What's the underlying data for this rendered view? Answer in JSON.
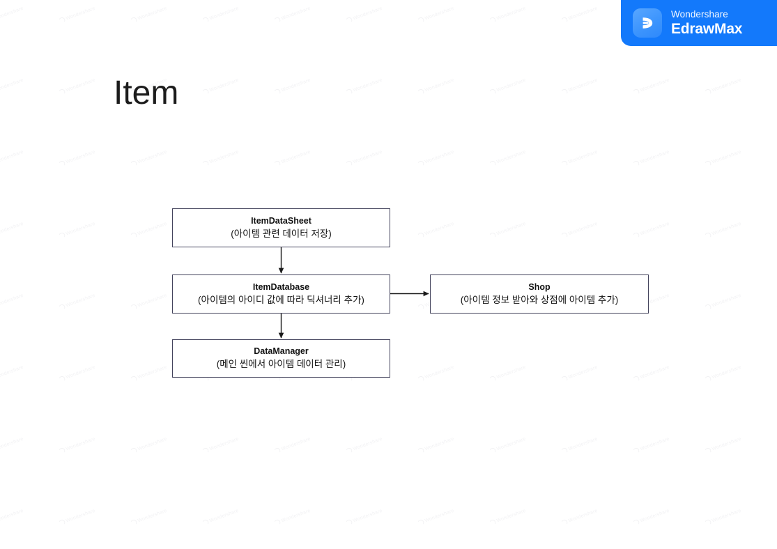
{
  "brand": {
    "icon_name": "edrawmax-logo-icon",
    "line1": "Wondershare",
    "line2": "EdrawMax",
    "background_color": "#1379fb"
  },
  "watermark": {
    "text": "Wondershare",
    "color": "#f2f2f4"
  },
  "slide": {
    "title": "Item",
    "background_color": "#ffffff"
  },
  "diagram": {
    "border_color": "#43435c",
    "connector_color": "#1a1a1a",
    "nodes": [
      {
        "id": "itemdatasheet",
        "title": "ItemDataSheet",
        "subtitle": "(아이템 관련 데이터 저장)"
      },
      {
        "id": "itemdatabase",
        "title": "ItemDatabase",
        "subtitle": "(아이템의 아이디 값에 따라 딕셔너리 추가)"
      },
      {
        "id": "datamanager",
        "title": "DataManager",
        "subtitle": "(메인 씬에서 아이템 데이터 관리)"
      },
      {
        "id": "shop",
        "title": "Shop",
        "subtitle": "(아이템 정보 받아와 상점에 아이템 추가)"
      }
    ],
    "connectors": [
      {
        "from": "itemdatasheet",
        "to": "itemdatabase",
        "direction": "down"
      },
      {
        "from": "itemdatabase",
        "to": "datamanager",
        "direction": "down"
      },
      {
        "from": "itemdatabase",
        "to": "shop",
        "direction": "right"
      }
    ]
  }
}
